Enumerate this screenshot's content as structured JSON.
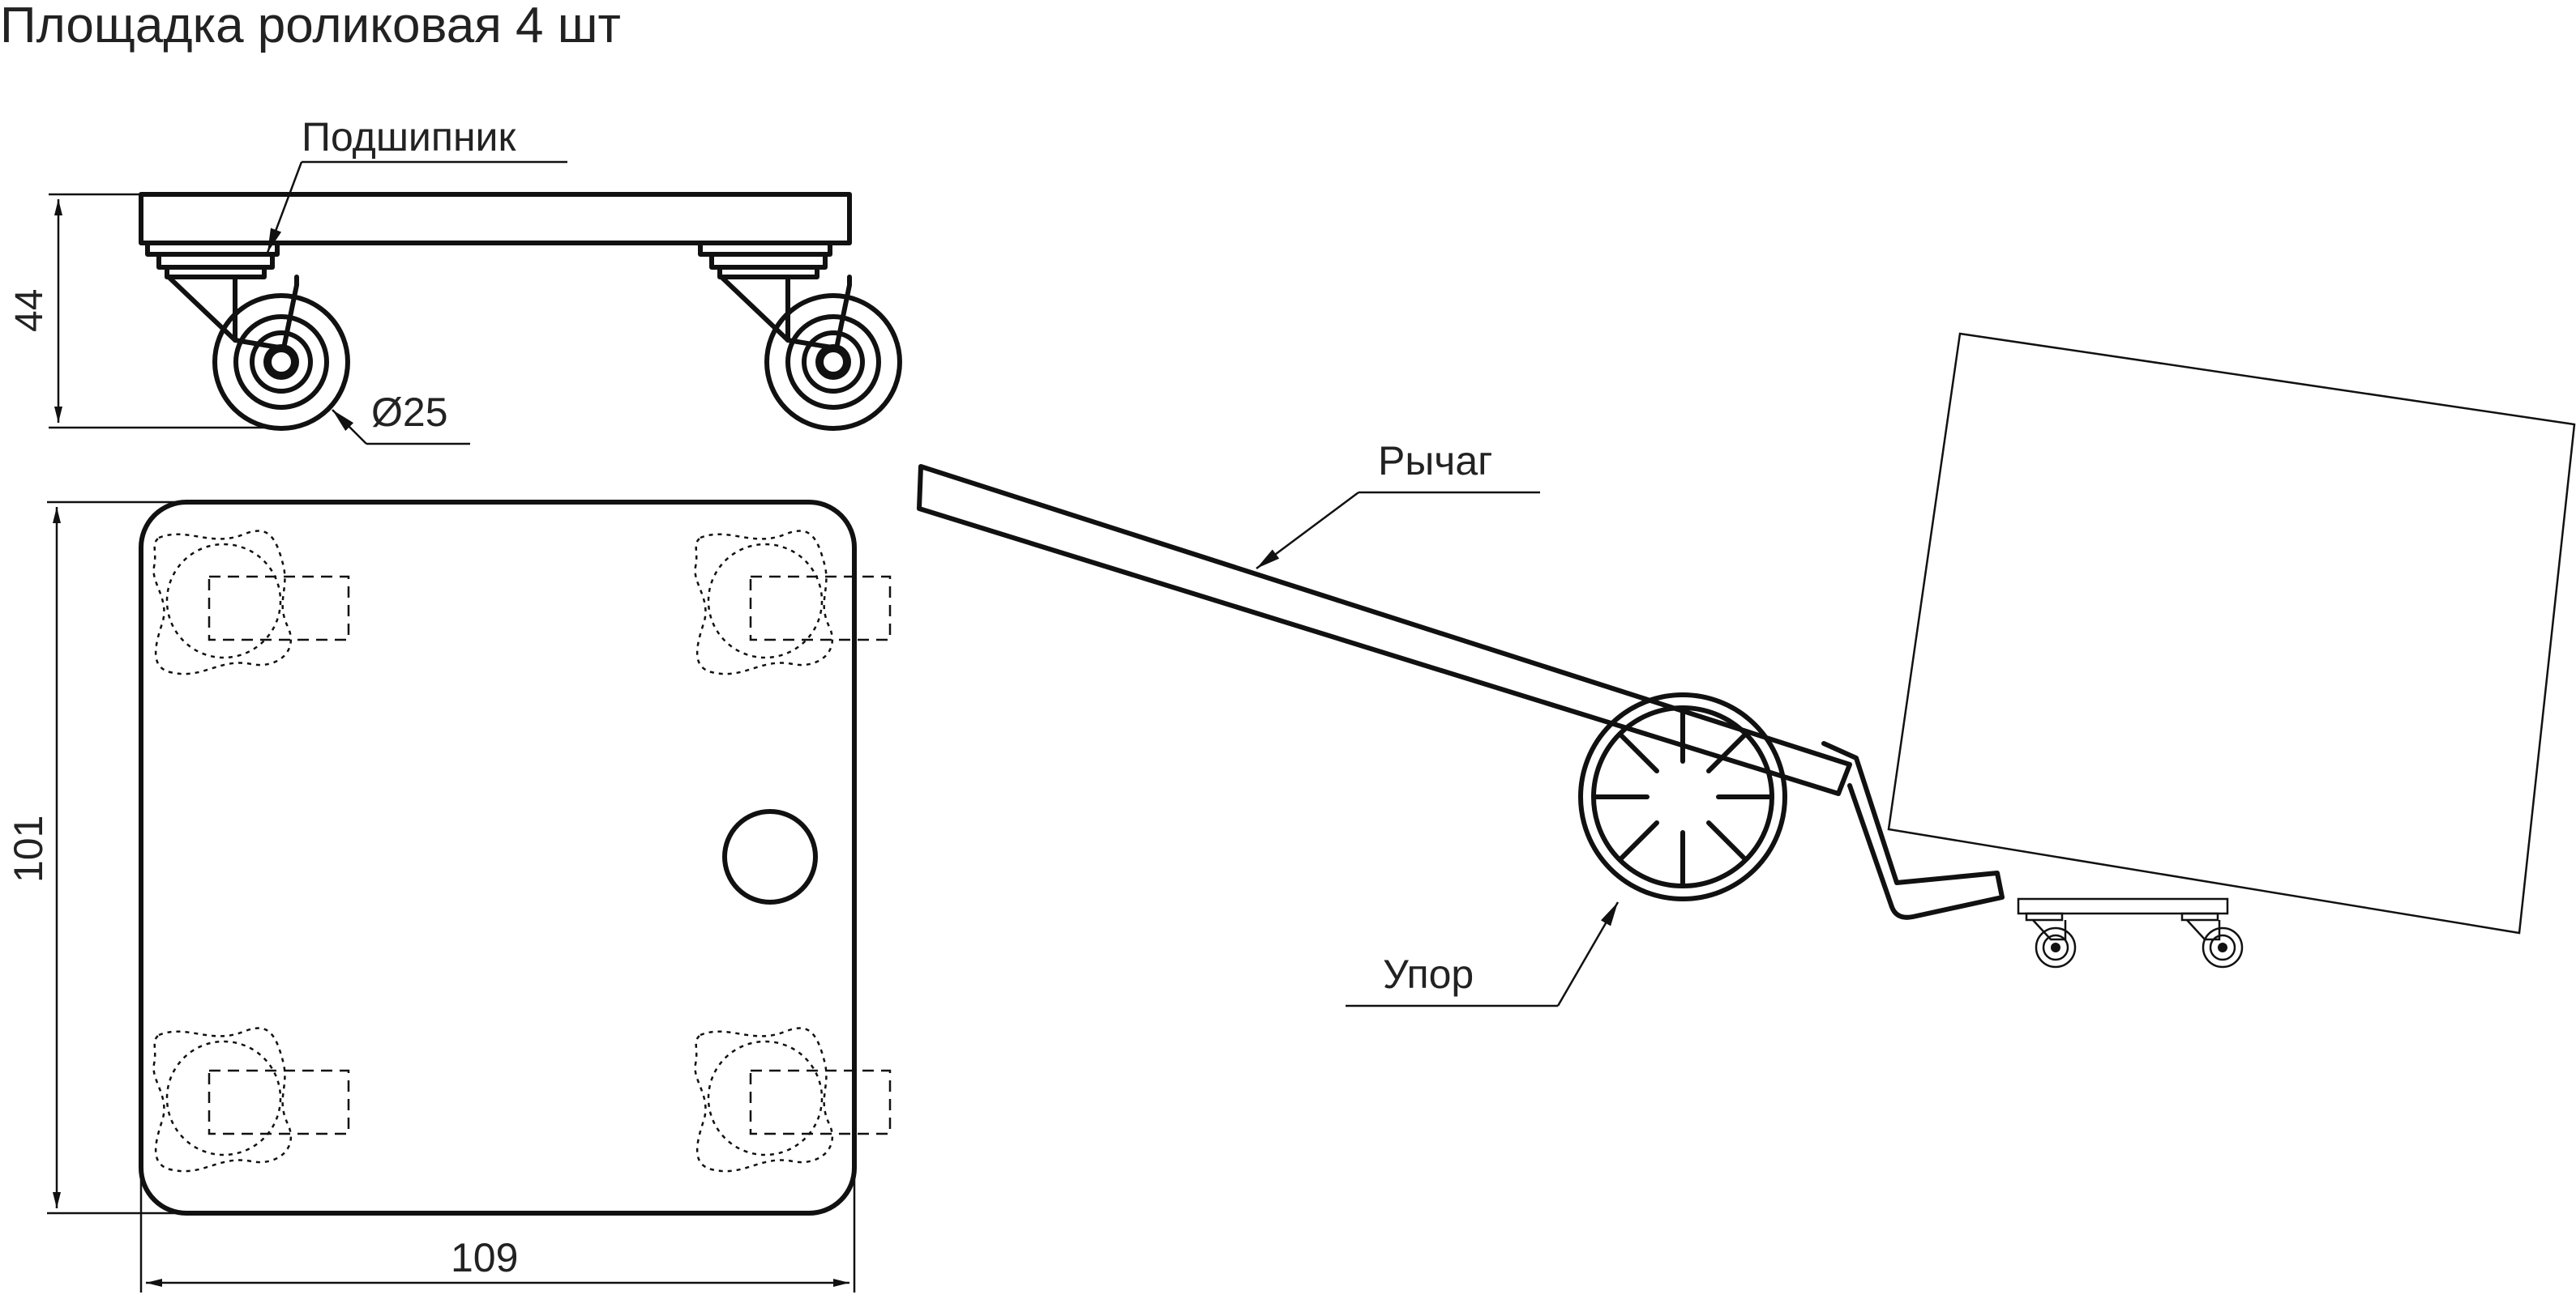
{
  "title": "Площадка роликовая 4 шт",
  "labels": {
    "bearing": "Подшипник",
    "wheel_diameter": "Ø25",
    "lever": "Рычаг",
    "stop": "Упор"
  },
  "dimensions": {
    "height": "44",
    "length": "101",
    "width": "109"
  }
}
